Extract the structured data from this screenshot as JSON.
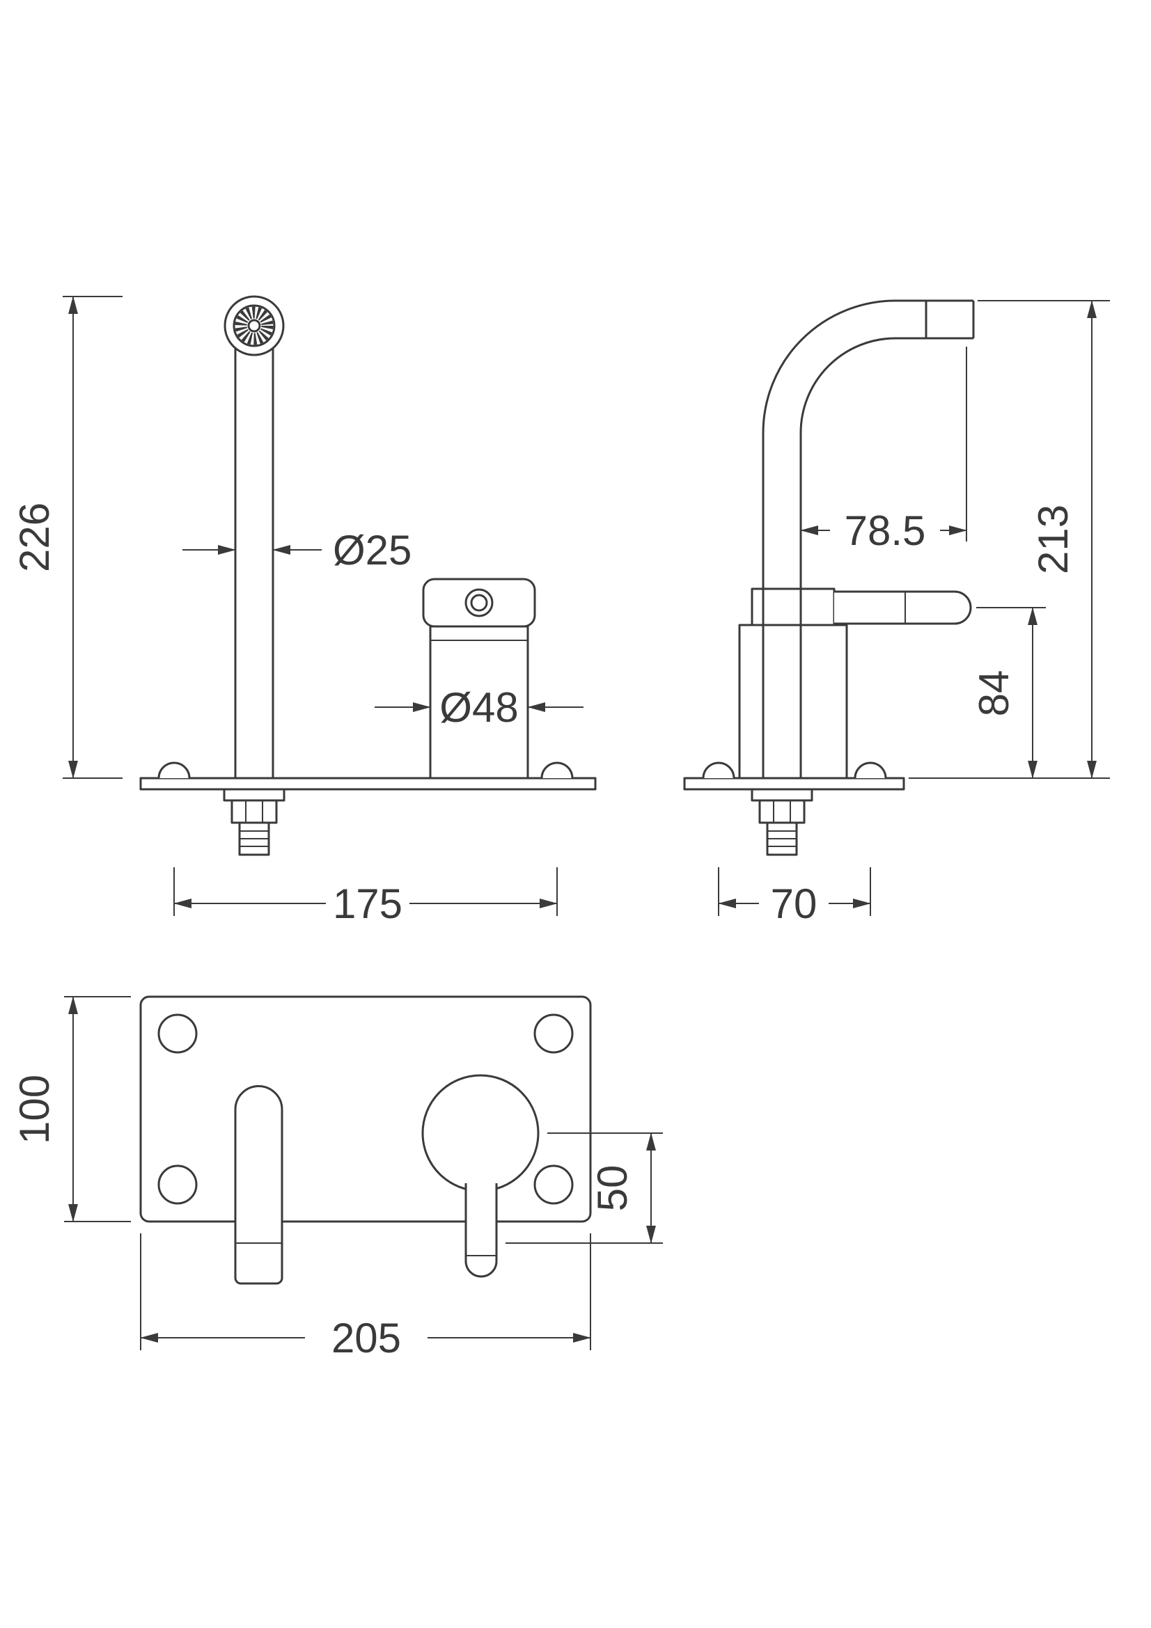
{
  "colors": {
    "line": "#3a3a3a",
    "background": "#ffffff"
  },
  "views": {
    "front": {
      "overall_height": "226",
      "spout_diameter": "Ø25",
      "valve_diameter": "Ø48",
      "mount_spacing": "175"
    },
    "side": {
      "spout_reach": "78.5",
      "overall_height": "213",
      "handle_height": "84",
      "mount_spacing": "70"
    },
    "plan": {
      "plate_depth": "100",
      "handle_offset": "50",
      "plate_width": "205"
    }
  }
}
